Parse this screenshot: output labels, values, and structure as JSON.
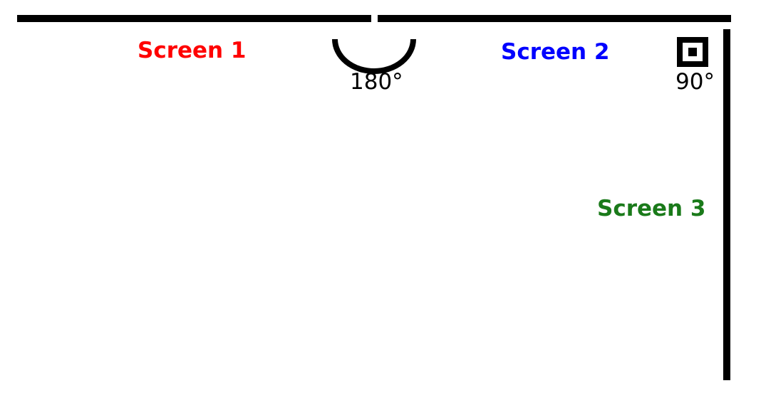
{
  "screens": {
    "screen1": {
      "label": "Screen 1",
      "color": "#ff0000"
    },
    "screen2": {
      "label": "Screen 2",
      "color": "#0000ff"
    },
    "screen3": {
      "label": "Screen 3",
      "color": "#1a7a1a"
    }
  },
  "angles": {
    "between_1_2": {
      "label": "180°",
      "marker": "arc-icon"
    },
    "between_2_3": {
      "label": "90°",
      "marker": "right-angle-icon"
    }
  },
  "line_color": "#000000"
}
